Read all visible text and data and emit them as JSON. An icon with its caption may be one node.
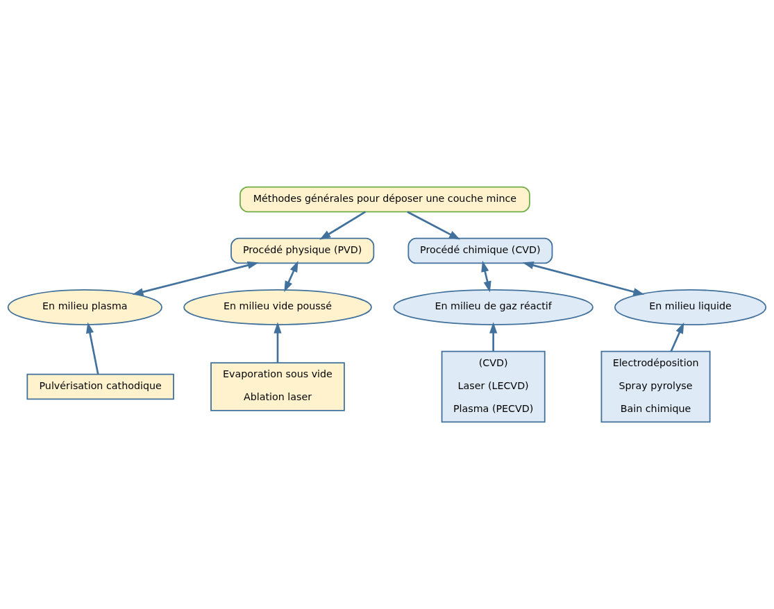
{
  "diagram": {
    "nodes": [
      {
        "text": [
          "Méthodes générales pour déposer une couche mince"
        ]
      },
      {
        "text": [
          "Procédé physique (PVD)"
        ]
      },
      {
        "text": [
          "Procédé chimique (CVD)"
        ]
      },
      {
        "text": [
          "En milieu plasma"
        ]
      },
      {
        "text": [
          "En milieu vide poussé"
        ]
      },
      {
        "text": [
          "En milieu de gaz réactif"
        ]
      },
      {
        "text": [
          "En milieu liquide"
        ]
      },
      {
        "text": [
          "Pulvérisation cathodique"
        ]
      },
      {
        "text": [
          "Evaporation sous vide",
          "Ablation laser"
        ]
      },
      {
        "text": [
          "(CVD)",
          "Laser (LECVD)",
          "Plasma (PECVD)"
        ]
      },
      {
        "text": [
          "Electrodéposition",
          "Spray pyrolyse",
          "Bain chimique"
        ]
      }
    ],
    "edges": [
      {
        "from": 0,
        "to": 1,
        "arrow": "to"
      },
      {
        "from": 0,
        "to": 2,
        "arrow": "to"
      },
      {
        "from": 1,
        "to": 3,
        "arrow": "both"
      },
      {
        "from": 1,
        "to": 4,
        "arrow": "both"
      },
      {
        "from": 2,
        "to": 5,
        "arrow": "both"
      },
      {
        "from": 2,
        "to": 6,
        "arrow": "both"
      },
      {
        "from": 7,
        "to": 3,
        "arrow": "to"
      },
      {
        "from": 8,
        "to": 4,
        "arrow": "to"
      },
      {
        "from": 9,
        "to": 5,
        "arrow": "to"
      },
      {
        "from": 10,
        "to": 6,
        "arrow": "to"
      }
    ]
  }
}
